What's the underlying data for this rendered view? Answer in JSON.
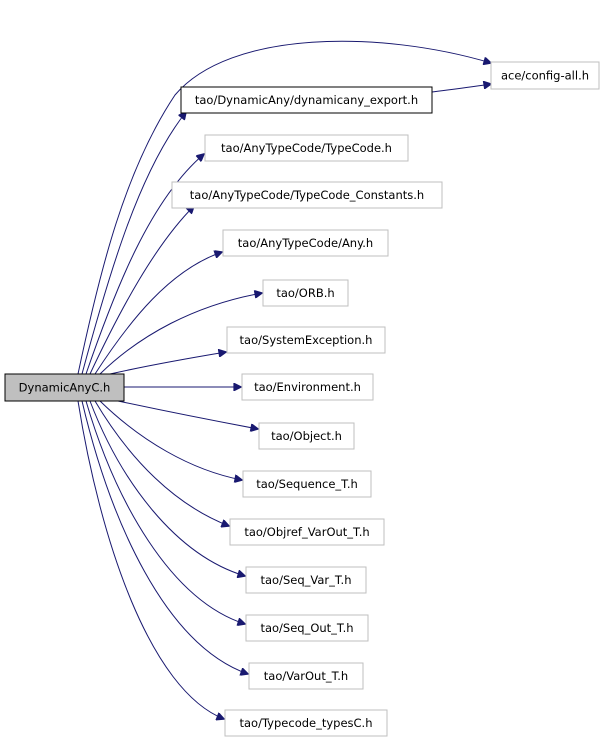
{
  "graph": {
    "root": "DynamicAnyC.h",
    "colors": {
      "edge": "#191970",
      "root_fill": "#bfbfbf",
      "node_border": "#bfbfbf",
      "linked_border": "#000000"
    },
    "nodes": [
      {
        "id": "config_all",
        "label": "ace/config-all.h"
      },
      {
        "id": "dynamicany_export",
        "label": "tao/DynamicAny/dynamicany_export.h"
      },
      {
        "id": "typecode",
        "label": "tao/AnyTypeCode/TypeCode.h"
      },
      {
        "id": "typecode_constants",
        "label": "tao/AnyTypeCode/TypeCode_Constants.h"
      },
      {
        "id": "any",
        "label": "tao/AnyTypeCode/Any.h"
      },
      {
        "id": "orb",
        "label": "tao/ORB.h"
      },
      {
        "id": "system_exception",
        "label": "tao/SystemException.h"
      },
      {
        "id": "environment",
        "label": "tao/Environment.h"
      },
      {
        "id": "object",
        "label": "tao/Object.h"
      },
      {
        "id": "sequence_t",
        "label": "tao/Sequence_T.h"
      },
      {
        "id": "objref_varout_t",
        "label": "tao/Objref_VarOut_T.h"
      },
      {
        "id": "seq_var_t",
        "label": "tao/Seq_Var_T.h"
      },
      {
        "id": "seq_out_t",
        "label": "tao/Seq_Out_T.h"
      },
      {
        "id": "varout_t",
        "label": "tao/VarOut_T.h"
      },
      {
        "id": "typecode_typesc",
        "label": "tao/Typecode_typesC.h"
      }
    ]
  }
}
